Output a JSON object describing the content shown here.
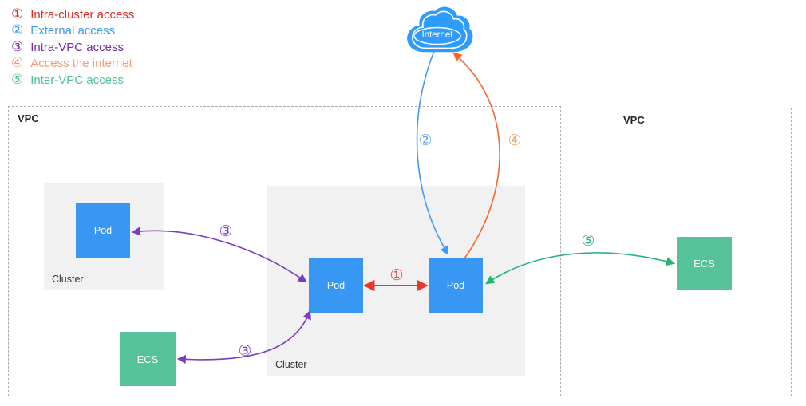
{
  "legend": {
    "items": [
      {
        "num": "①",
        "label": "Intra-cluster access",
        "color": "#DE2A22"
      },
      {
        "num": "②",
        "label": "External access",
        "color": "#3D9BF5"
      },
      {
        "num": "③",
        "label": "Intra-VPC access",
        "color": "#6E2CA3"
      },
      {
        "num": "④",
        "label": "Access the internet",
        "color": "#F59B74"
      },
      {
        "num": "⑤",
        "label": "Inter-VPC access",
        "color": "#4EC094"
      }
    ]
  },
  "internet": {
    "label": "Internet"
  },
  "vpc_left": {
    "label": "VPC"
  },
  "vpc_right": {
    "label": "VPC"
  },
  "cluster_left": {
    "label": "Cluster",
    "pod": "Pod"
  },
  "cluster_center": {
    "label": "Cluster",
    "pod_left": "Pod",
    "pod_right": "Pod"
  },
  "ecs_left": {
    "label": "ECS"
  },
  "ecs_right": {
    "label": "ECS"
  },
  "arrow_labels": {
    "intra_cluster": "①",
    "external": "②",
    "intra_vpc_upper": "③",
    "intra_vpc_lower": "③",
    "internet_access": "④",
    "inter_vpc": "⑤"
  },
  "colors": {
    "red_arrow": "#EE352B",
    "blue_arrow": "#3D9BF5",
    "blue_label": "#63A9F1",
    "purple_arrow": "#7E3AC3",
    "orange_arrow": "#F4662C",
    "orange_label": "#EF9D6D",
    "green_arrow": "#23B373",
    "pod_blue": "#3897F2",
    "ecs_green": "#55C299",
    "cloud_blue": "#2D9CFE",
    "cluster_gray": "#F1F1F1",
    "border_gray": "#ABABAB"
  }
}
